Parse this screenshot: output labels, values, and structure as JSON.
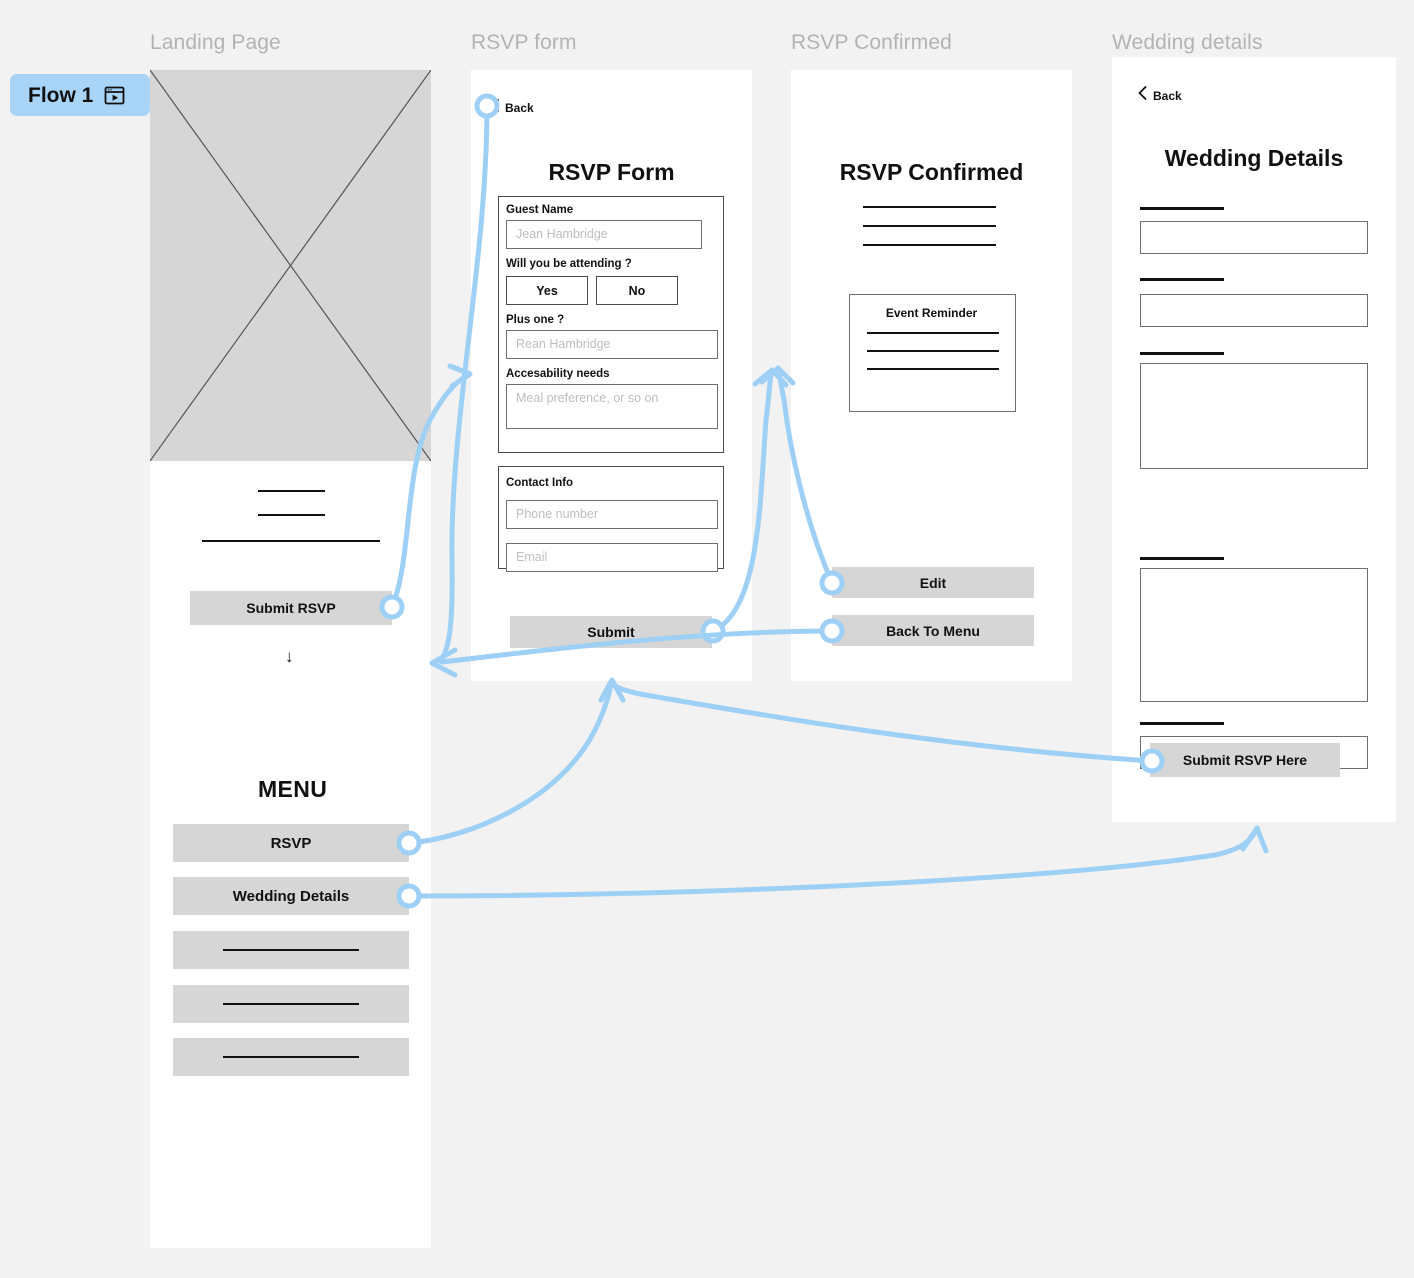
{
  "canvas": {
    "background": "#f2f2f2",
    "accent": "#9ed0f5",
    "button_gray": "#d6d6d6",
    "title_gray": "#b3b3b3"
  },
  "flow_badge": {
    "label": "Flow 1",
    "icon": "browser-play-icon",
    "color": "#a8d5f7"
  },
  "frames": [
    {
      "title": "Landing Page"
    },
    {
      "title": "RSVP form"
    },
    {
      "title": "RSVP Confirmed"
    },
    {
      "title": "Wedding details"
    }
  ],
  "landing_page": {
    "hero": "placeholder-image-cross",
    "text_lines": 3,
    "submit_button": "Submit RSVP",
    "scroll_indicator": "↓",
    "menu_title": "MENU",
    "menu_items": [
      {
        "label": "RSVP"
      },
      {
        "label": "Wedding Details"
      },
      {
        "label": ""
      },
      {
        "label": ""
      },
      {
        "label": ""
      }
    ]
  },
  "rsvp_form": {
    "back_label": "Back",
    "title": "RSVP Form",
    "fields": {
      "guest_name_label": "Guest Name",
      "guest_name_placeholder": "Jean Hambridge",
      "attending_label": "Will you be attending ?",
      "attending_yes": "Yes",
      "attending_no": "No",
      "plus_one_label": "Plus one ?",
      "plus_one_placeholder": "Rean Hambridge",
      "accessibility_label": "Accesability needs",
      "accessibility_placeholder": "Meal preference, or so on"
    },
    "contact": {
      "section_label": "Contact Info",
      "phone_placeholder": "Phone number",
      "email_placeholder": "Email"
    },
    "submit_button": "Submit"
  },
  "rsvp_confirmed": {
    "title": "RSVP Confirmed",
    "text_lines": 3,
    "reminder_card_title": "Event Reminder",
    "reminder_lines": 3,
    "edit_button": "Edit",
    "back_to_menu_button": "Back To Menu"
  },
  "wedding_details": {
    "back_label": "Back",
    "title": "Wedding Details",
    "field_count": 5,
    "submit_button": "Submit RSVP Here"
  }
}
